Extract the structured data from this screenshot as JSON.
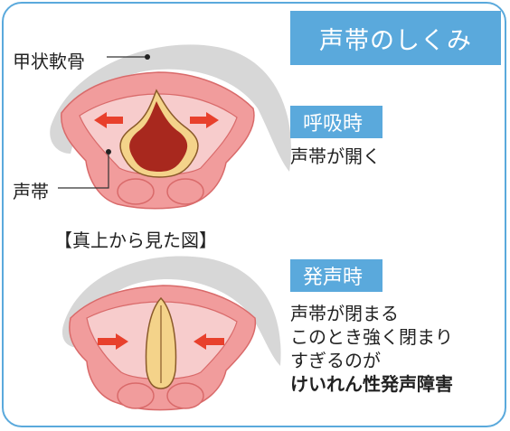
{
  "title": "声帯のしくみ",
  "breathing": {
    "label": "呼吸時",
    "description": "声帯が開く"
  },
  "phonation": {
    "label": "発声時",
    "lines": [
      "声帯が閉まる",
      "このとき強く閉まり",
      "すぎるのが"
    ],
    "emphasis": "けいれん性発声障害"
  },
  "annotations": {
    "thyroid_cartilage": "甲状軟骨",
    "vocal_cords": "声帯"
  },
  "caption": "【真上から見た図】",
  "colors": {
    "accent_blue": "#5aa9dc",
    "cartilage_gray": "#d7d7d7",
    "tissue_pink": "#f19c9c",
    "tissue_light": "#f7cccc",
    "airway_dark": "#a8281e",
    "cord_yellow": "#f4d38a",
    "arrow_red": "#e8402c"
  },
  "icons": [
    "arrow-left-icon",
    "arrow-right-icon"
  ]
}
